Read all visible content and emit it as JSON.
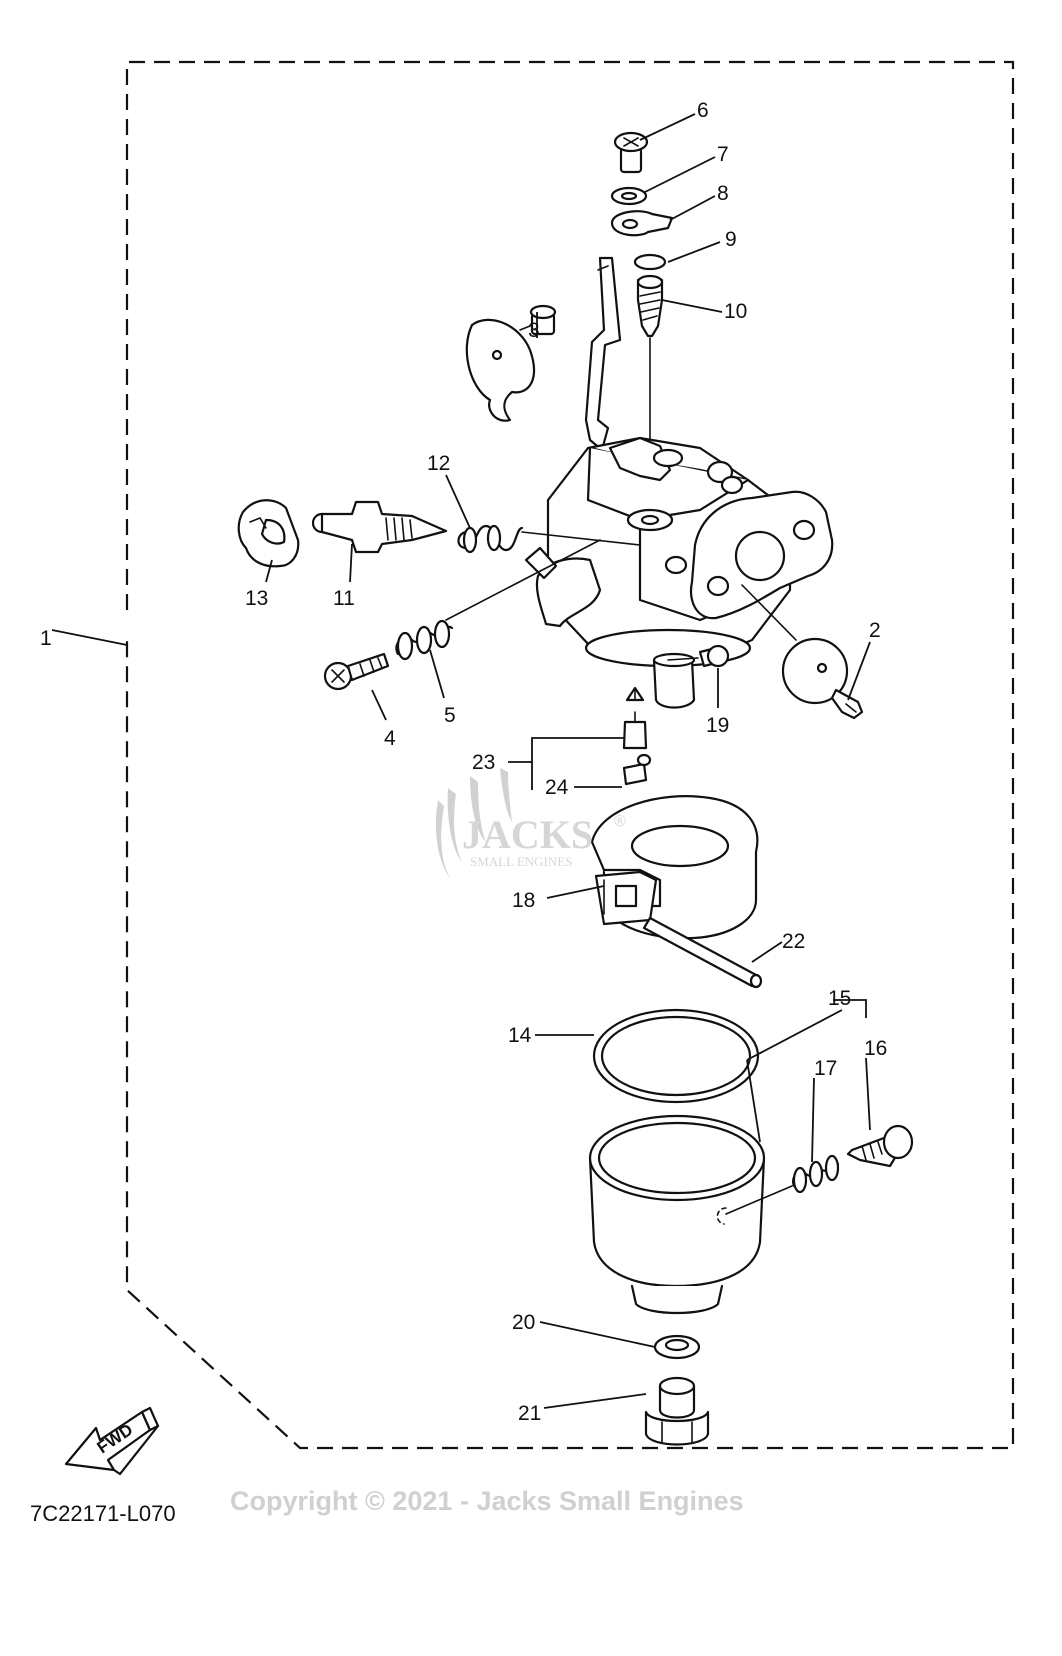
{
  "diagram": {
    "drawing_code": "7C22171-L070",
    "copyright": "Copyright © 2021 - Jacks Small Engines",
    "watermark": {
      "brand": "JACKS",
      "registered": "®",
      "tagline": "SMALL ENGINES"
    },
    "fwd_label": "FWD",
    "callouts": [
      "1",
      "2",
      "3",
      "4",
      "5",
      "6",
      "7",
      "8",
      "9",
      "10",
      "11",
      "12",
      "13",
      "14",
      "15",
      "16",
      "17",
      "18",
      "19",
      "20",
      "21",
      "22",
      "23",
      "24"
    ]
  }
}
